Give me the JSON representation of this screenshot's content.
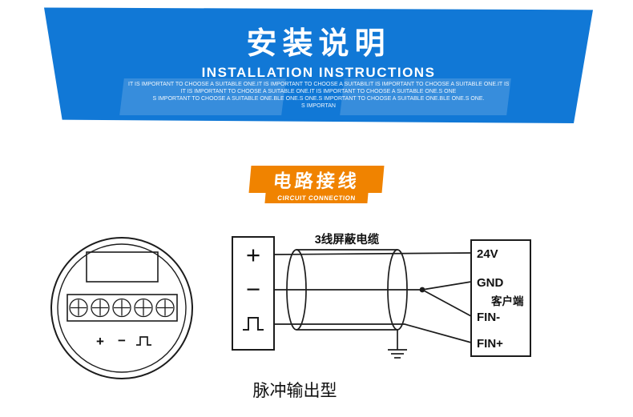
{
  "banner": {
    "title": "安装说明",
    "subtitle": "INSTALLATION INSTRUCTIONS",
    "bg_color": "#1178d6",
    "fine_print_lines": [
      "IT IS IMPORTANT TO CHOOSE A SUITABLE ONE.IT IS IMPORTANT TO CHOOSE A SUITABILIT IS IMPORTANT TO CHOOSE A SUITABLE ONE.IT IS IMPORTANT TO CHOOSE A SUITA",
      "IT IS IMPORTANT TO CHOOSE A SUITABLE ONE.IT IS IMPORTANT TO CHOOSE A SUITABLE ONE.S ONE",
      "S IMPORTANT TO CHOOSE A SUITABLE ONE.BLE ONE.S ONE.S IMPORTANT TO CHOOSE A SUITABLE ONE.BLE ONE.S ONE.",
      "S IMPORTAN"
    ]
  },
  "section": {
    "title": "电路接线",
    "subtitle": "CIRCUIT CONNECTION",
    "accent_color": "#f08300"
  },
  "diagram": {
    "cable_label": "3线屏蔽电缆",
    "client_label": "客户端",
    "plus": "+",
    "minus": "−",
    "right_labels": [
      "24V",
      "GND",
      "FIN-",
      "FIN+"
    ],
    "caption": "脉冲输出型"
  }
}
